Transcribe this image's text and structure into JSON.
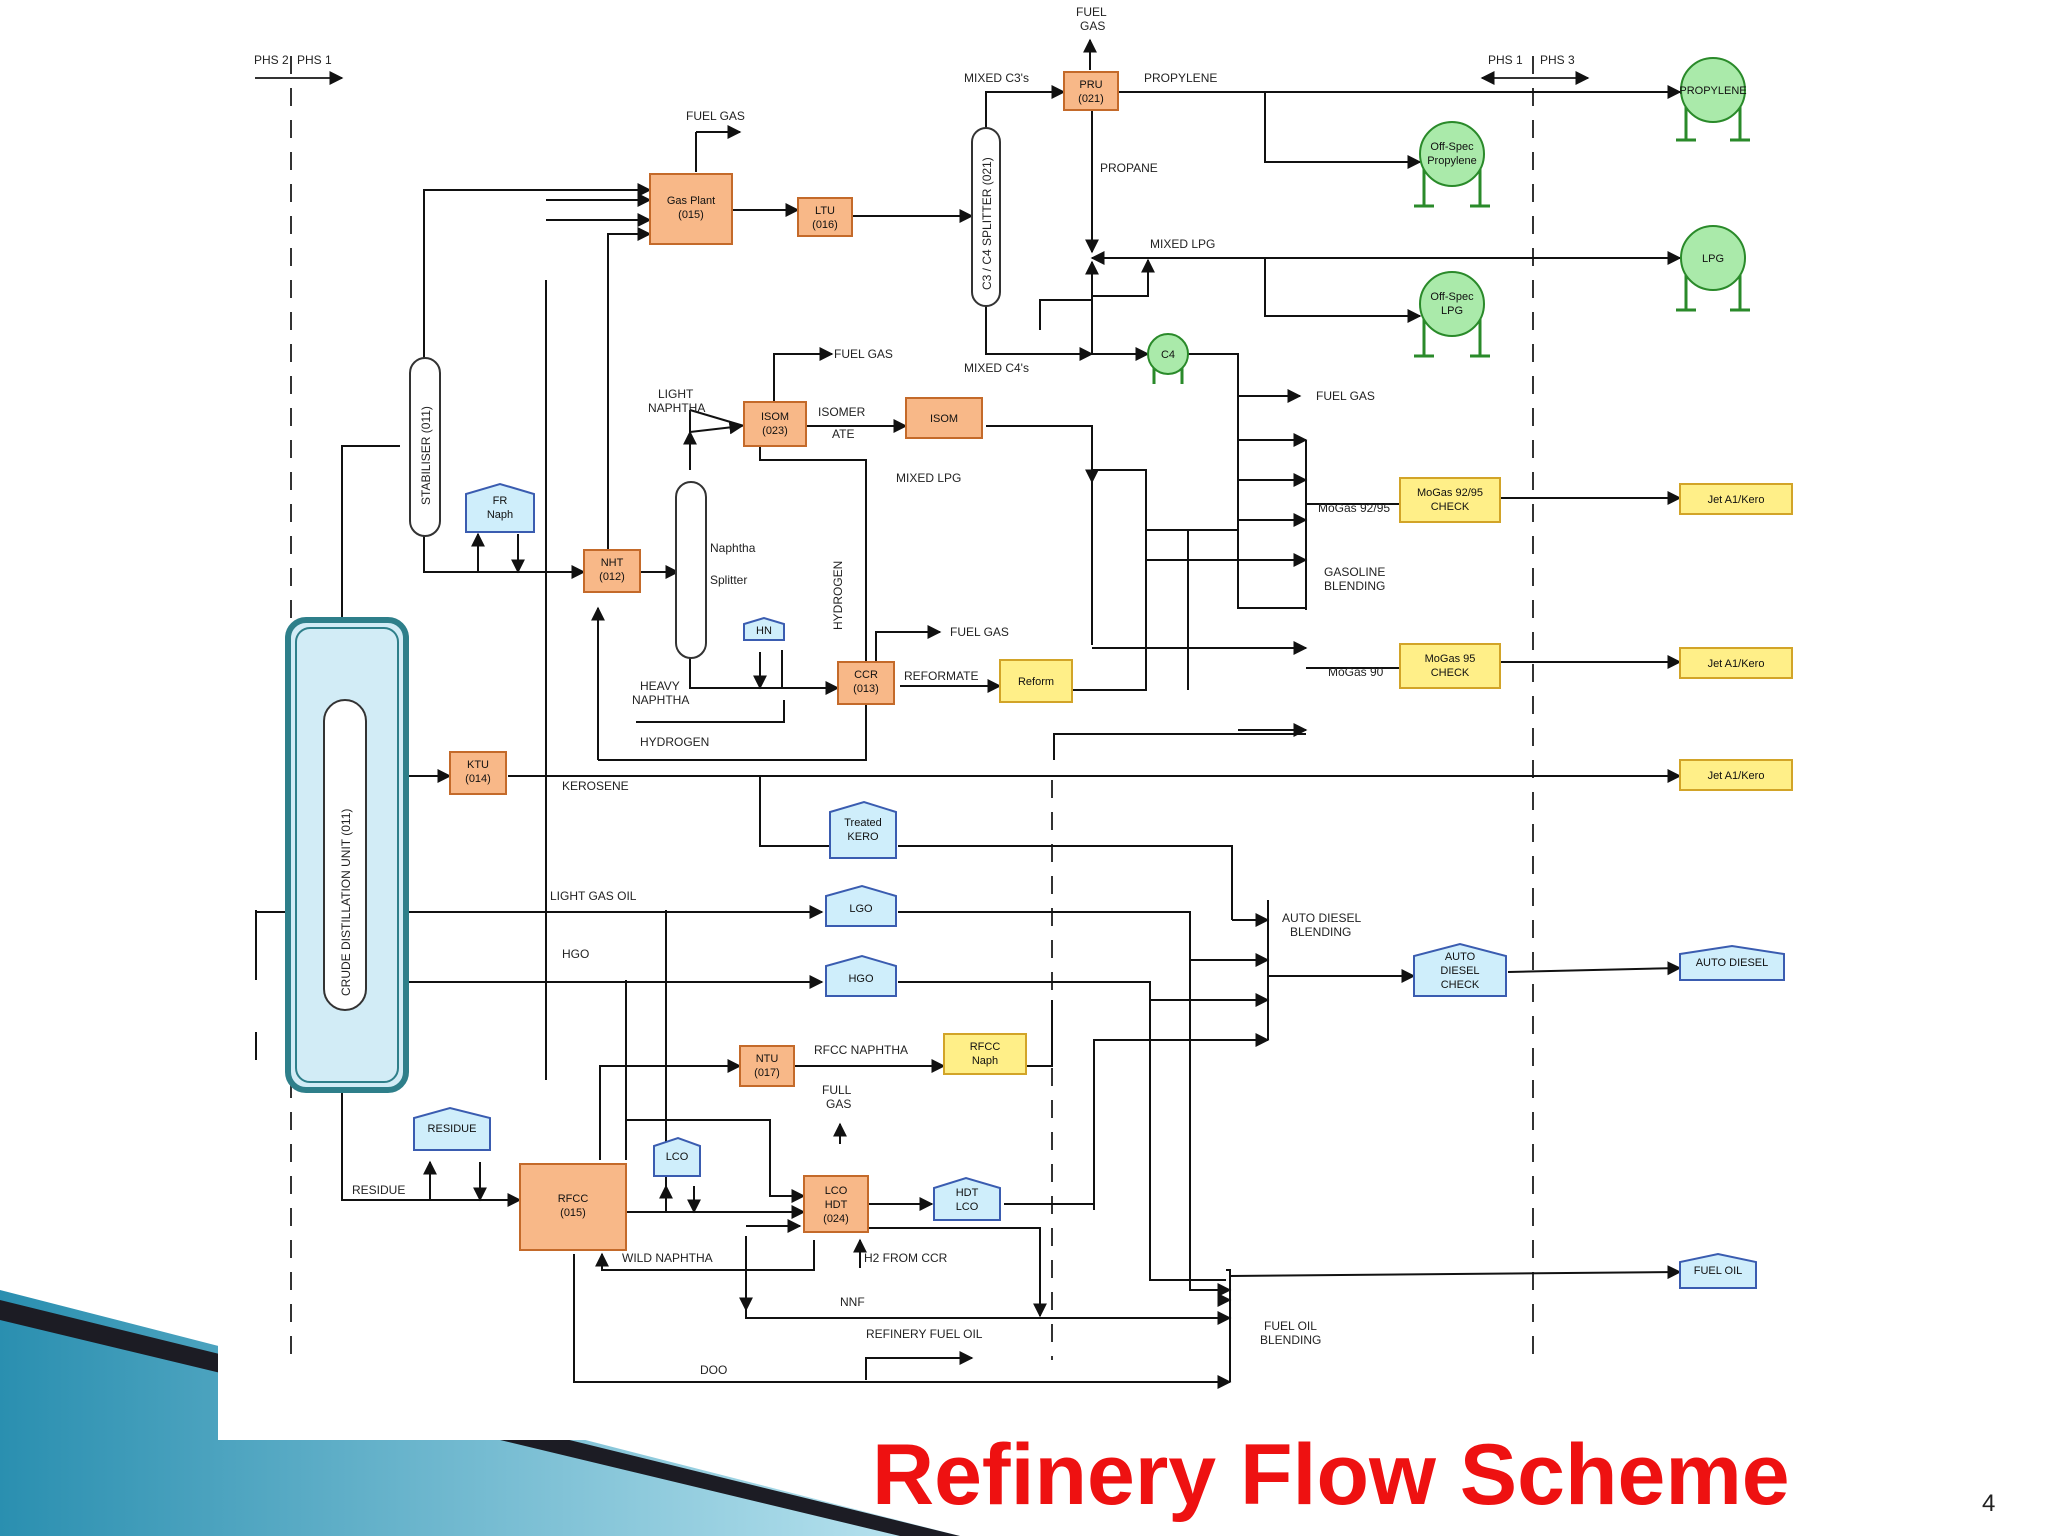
{
  "title": "Refinery Flow Scheme",
  "page_number": "4",
  "colors": {
    "title": "#ee1111",
    "unit_fill": "#f8b888",
    "unit_stroke": "#c46a2a",
    "tank_fill": "#aaeaaa",
    "tank_stroke": "#2a8a2a",
    "product_fill": "#ffef88",
    "product_stroke": "#d2a428",
    "storage_fill": "#cfeefb",
    "storage_stroke": "#3a5cb0",
    "cdu_frame": "#2e7f8a"
  },
  "phases": [
    "PHS 2",
    "PHS 1",
    "PHS 1",
    "PHS 3"
  ],
  "units": [
    {
      "id": "gas-plant",
      "lines": [
        "Gas Plant",
        "(015)"
      ]
    },
    {
      "id": "ltu",
      "lines": [
        "LTU",
        "(016)"
      ]
    },
    {
      "id": "pru",
      "lines": [
        "PRU",
        "(021)"
      ]
    },
    {
      "id": "isom-023",
      "lines": [
        "ISOM",
        "(023)"
      ]
    },
    {
      "id": "isom",
      "lines": [
        "ISOM"
      ]
    },
    {
      "id": "nht",
      "lines": [
        "NHT",
        "(012)"
      ]
    },
    {
      "id": "ccr",
      "lines": [
        "CCR",
        "(013)"
      ]
    },
    {
      "id": "ktu",
      "lines": [
        "KTU",
        "(014)"
      ]
    },
    {
      "id": "ntu",
      "lines": [
        "NTU",
        "(017)"
      ]
    },
    {
      "id": "rfcc",
      "lines": [
        "RFCC",
        "(015)"
      ]
    },
    {
      "id": "lco-hdt",
      "lines": [
        "LCO",
        "HDT",
        "(024)"
      ]
    }
  ],
  "products": [
    {
      "id": "reform",
      "lines": [
        "Reform"
      ]
    },
    {
      "id": "mogas-check-1",
      "lines": [
        "MoGas 92/95",
        "CHECK"
      ]
    },
    {
      "id": "mogas-check-2",
      "lines": [
        "MoGas 95",
        "CHECK"
      ]
    },
    {
      "id": "rfcc-naph",
      "lines": [
        "RFCC",
        "Naph"
      ]
    },
    {
      "id": "jet-1",
      "lines": [
        "Jet A1/Kero"
      ]
    },
    {
      "id": "jet-2",
      "lines": [
        "Jet A1/Kero"
      ]
    },
    {
      "id": "jet-3",
      "lines": [
        "Jet A1/Kero"
      ]
    }
  ],
  "storages": [
    {
      "id": "fr-naph",
      "lines": [
        "FR",
        "Naph"
      ]
    },
    {
      "id": "hn",
      "lines": [
        "HN"
      ]
    },
    {
      "id": "treated-kero",
      "lines": [
        "Treated",
        "KERO"
      ]
    },
    {
      "id": "lgo",
      "lines": [
        "LGO"
      ]
    },
    {
      "id": "hgo",
      "lines": [
        "HGO"
      ]
    },
    {
      "id": "residue",
      "lines": [
        "RESIDUE"
      ]
    },
    {
      "id": "lco",
      "lines": [
        "LCO"
      ]
    },
    {
      "id": "hdt-lco",
      "lines": [
        "HDT",
        "LCO"
      ]
    },
    {
      "id": "auto-diesel-check",
      "lines": [
        "AUTO",
        "DIESEL",
        "CHECK"
      ]
    },
    {
      "id": "auto-diesel",
      "lines": [
        "AUTO DIESEL"
      ]
    },
    {
      "id": "fuel-oil",
      "lines": [
        "FUEL OIL"
      ]
    }
  ],
  "tanks": [
    {
      "id": "propylene",
      "lines": [
        "PROPYLENE"
      ]
    },
    {
      "id": "off-spec-propylene",
      "lines": [
        "Off-Spec",
        "Propylene"
      ]
    },
    {
      "id": "lpg",
      "lines": [
        "LPG"
      ]
    },
    {
      "id": "off-spec-lpg",
      "lines": [
        "Off-Spec",
        "LPG"
      ]
    },
    {
      "id": "c4",
      "lines": [
        "C4"
      ]
    }
  ],
  "columns": {
    "stabiliser": "STABILISER (011)",
    "splitter": "C3 / C4 SPLITTER (021)",
    "naphtha_splitter": [
      "Naphtha",
      "Splitter"
    ],
    "cdu": "CRUDE DISTILLATION UNIT (011)"
  },
  "labels": {
    "fuel_gas_top": [
      "FUEL",
      "GAS"
    ],
    "mixed_c3": "MIXED C3's",
    "propylene": "PROPYLENE",
    "fuel_gas_gasplant": "FUEL GAS",
    "propane": "PROPANE",
    "mixed_lpg_top": "MIXED LPG",
    "fuel_gas_isom": "FUEL GAS",
    "mixed_c4": "MIXED C4's",
    "fuel_gas_c4": "FUEL GAS",
    "light_naphtha": [
      "LIGHT",
      "NAPHTHA"
    ],
    "isomerate": [
      "ISOMER",
      "ATE"
    ],
    "mixed_lpg_mid": "MIXED LPG",
    "mogas_9295": "MoGas 92/95",
    "gasoline_blending": [
      "GASOLINE",
      "BLENDING"
    ],
    "hydrogen_v": "HYDROGEN",
    "fuel_gas_ccr": "FUEL GAS",
    "reformate": "REFORMATE",
    "mogas_90": "MoGas 90",
    "heavy_naphtha": [
      "HEAVY",
      "NAPHTHA"
    ],
    "hydrogen_h": "HYDROGEN",
    "kerosene": "KEROSENE",
    "light_gas_oil": "LIGHT GAS OIL",
    "hgo_big": "HGO",
    "auto_diesel_blending": [
      "AUTO DIESEL",
      "BLENDING"
    ],
    "rfcc_naphtha": "RFCC NAPHTHA",
    "full_gas": [
      "FULL",
      "GAS"
    ],
    "residue": "RESIDUE",
    "wild_naphtha": "WILD NAPHTHA",
    "h2_from_ccr": "H2 FROM CCR",
    "nnf": "NNF",
    "refinery_fuel_oil": "REFINERY FUEL OIL",
    "doo": "DOO",
    "fuel_oil_blending": [
      "FUEL OIL",
      "BLENDING"
    ]
  }
}
